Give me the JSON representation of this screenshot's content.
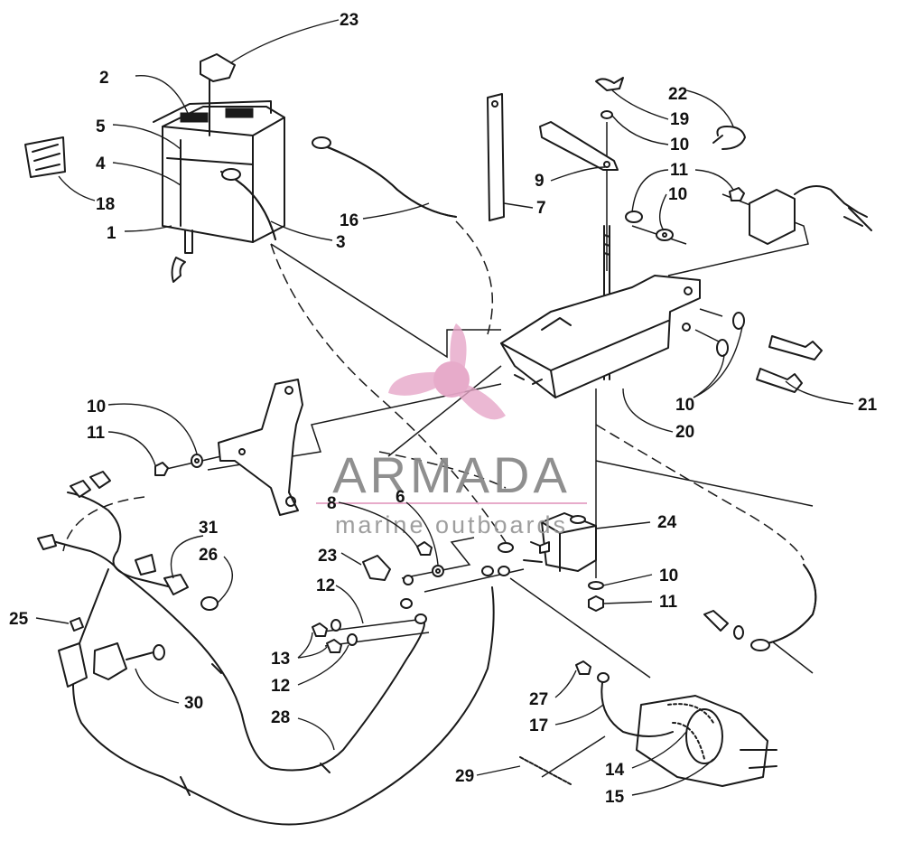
{
  "diagram": {
    "type": "exploded-parts-diagram",
    "callouts": [
      {
        "label": "23"
      },
      {
        "label": "2"
      },
      {
        "label": "5"
      },
      {
        "label": "4"
      },
      {
        "label": "18"
      },
      {
        "label": "1"
      },
      {
        "label": "16"
      },
      {
        "label": "3"
      },
      {
        "label": "7"
      },
      {
        "label": "9"
      },
      {
        "label": "19"
      },
      {
        "label": "10"
      },
      {
        "label": "22"
      },
      {
        "label": "11"
      },
      {
        "label": "10"
      },
      {
        "label": "10"
      },
      {
        "label": "21"
      },
      {
        "label": "20"
      },
      {
        "label": "10"
      },
      {
        "label": "11"
      },
      {
        "label": "8"
      },
      {
        "label": "6"
      },
      {
        "label": "23"
      },
      {
        "label": "31"
      },
      {
        "label": "26"
      },
      {
        "label": "24"
      },
      {
        "label": "12"
      },
      {
        "label": "10"
      },
      {
        "label": "11"
      },
      {
        "label": "25"
      },
      {
        "label": "13"
      },
      {
        "label": "12"
      },
      {
        "label": "30"
      },
      {
        "label": "28"
      },
      {
        "label": "27"
      },
      {
        "label": "17"
      },
      {
        "label": "14"
      },
      {
        "label": "29"
      },
      {
        "label": "15"
      }
    ]
  },
  "watermark": {
    "brand": "ARMADA",
    "tagline": "marine outboards",
    "colors": {
      "logo": "#e6a7c8",
      "text": "#8a8a8a",
      "rule": "#e6a7c8"
    }
  }
}
